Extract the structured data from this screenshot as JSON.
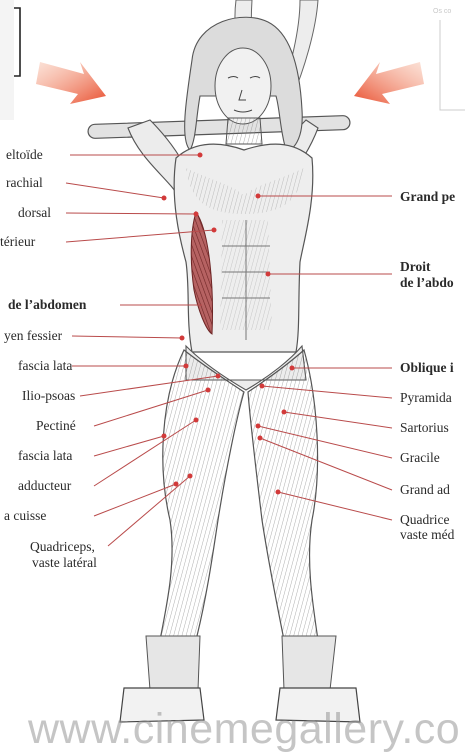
{
  "labels_left": [
    {
      "id": "deltoide",
      "text": "eltoïde"
    },
    {
      "id": "brachial",
      "text": "rachial"
    },
    {
      "id": "dorsal",
      "text": "dorsal"
    },
    {
      "id": "anterieur",
      "text": "térieur"
    },
    {
      "id": "abdomen",
      "text": "de l’abdomen"
    },
    {
      "id": "moyen-fessier",
      "text": "yen fessier"
    },
    {
      "id": "fascia-lata-1",
      "text": "fascia lata"
    },
    {
      "id": "ilio-psoas",
      "text": "Ilio-psoas"
    },
    {
      "id": "pectine",
      "text": "Pectiné"
    },
    {
      "id": "fascia-lata-2",
      "text": "fascia lata"
    },
    {
      "id": "adducteur",
      "text": "adducteur"
    },
    {
      "id": "cuisse",
      "text": "a cuisse"
    },
    {
      "id": "quadriceps-1",
      "text": "Quadriceps,"
    },
    {
      "id": "quadriceps-2",
      "text": "vaste latéral"
    }
  ],
  "labels_right": [
    {
      "id": "grand-pectoral",
      "text": "Grand pe"
    },
    {
      "id": "droit-1",
      "text": "Droit"
    },
    {
      "id": "droit-2",
      "text": "de l’abdo"
    },
    {
      "id": "oblique",
      "text": "Oblique i"
    },
    {
      "id": "pyramidal",
      "text": "Pyramida"
    },
    {
      "id": "sartorius",
      "text": "Sartorius"
    },
    {
      "id": "gracile",
      "text": "Gracile"
    },
    {
      "id": "grand-adducteur",
      "text": "Grand ad"
    },
    {
      "id": "quadriceps-m1",
      "text": "Quadrice"
    },
    {
      "id": "quadriceps-m2",
      "text": "vaste méd"
    }
  ],
  "top_note": "Os co",
  "watermark": "www.cinemegallery.co",
  "colors": {
    "leader_line": "#b94b4b",
    "highlight_muscle": "#9c3c3c",
    "arrow": "#e8583a",
    "ink": "#3a3a3a"
  }
}
